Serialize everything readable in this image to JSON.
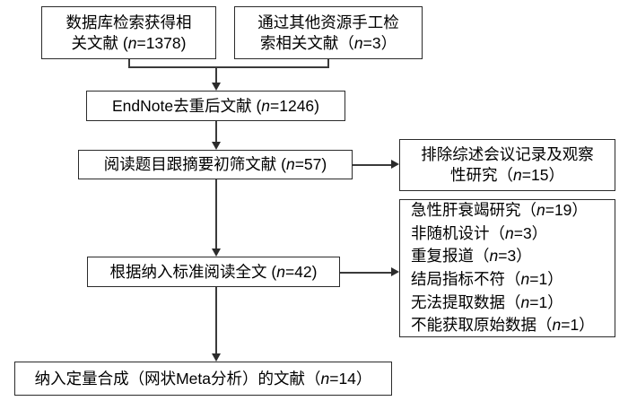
{
  "diagram": {
    "type": "prisma-flow-diagram",
    "title": "",
    "colors": {
      "box_border": "#2b2b2b",
      "connector": "#3a3a3a",
      "background": "#ffffff",
      "text": "#000000"
    }
  },
  "boxes": {
    "database_search": {
      "name": "database-search-box",
      "line1": "数据库检索获得相",
      "line2_pre": "关文献 (",
      "line2_ital": "n",
      "line2_post": "=1378)",
      "count": 1378
    },
    "manual_search": {
      "name": "manual-search-box",
      "line1": "通过其他资源手工检",
      "line2_pre": "索相关文献（",
      "line2_ital": "n",
      "line2_post": "=3）",
      "count": 3
    },
    "deduplication": {
      "name": "endnote-deduplication-box",
      "line1_pre": "EndNote去重后文献 (",
      "line1_ital": "n",
      "line1_post": "=1246)",
      "count": 1246
    },
    "title_abstract_screening": {
      "name": "title-abstract-screening-box",
      "line1_pre": "阅读题目跟摘要初筛文献 (",
      "line1_ital": "n",
      "line1_post": "=57)",
      "count": 57
    },
    "excluded_screening": {
      "name": "excluded-at-screening-box",
      "line1": "排除综述会议记录及观察",
      "line2_pre": "性研究（",
      "line2_ital": "n",
      "line2_post": "=15）",
      "count": 15
    },
    "fulltext_assessment": {
      "name": "fulltext-assessment-box",
      "line1_pre": "根据纳入标准阅读全文 (",
      "line1_ital": "n",
      "line1_post": "=42)",
      "count": 42
    },
    "excluded_fulltext": {
      "name": "excluded-at-fulltext-box",
      "reasons": [
        {
          "label_pre": "急性肝衰竭研究（",
          "ital": "n",
          "label_post": "=19）",
          "count": 19
        },
        {
          "label_pre": "非随机设计（",
          "ital": "n",
          "label_post": "=3）",
          "count": 3
        },
        {
          "label_pre": "重复报道（",
          "ital": "n",
          "label_post": "=3）",
          "count": 3
        },
        {
          "label_pre": "结局指标不符（",
          "ital": "n",
          "label_post": "=1）",
          "count": 1
        },
        {
          "label_pre": "无法提取数据（",
          "ital": "n",
          "label_post": "=1）",
          "count": 1
        },
        {
          "label_pre": "不能获取原始数据（",
          "ital": "n",
          "label_post": "=1）",
          "count": 1
        }
      ]
    },
    "included_synthesis": {
      "name": "included-in-synthesis-box",
      "line1_pre": "纳入定量合成（网状Meta分析）的文献（",
      "line1_ital": "n",
      "line1_post": "=14）",
      "count": 14
    }
  }
}
